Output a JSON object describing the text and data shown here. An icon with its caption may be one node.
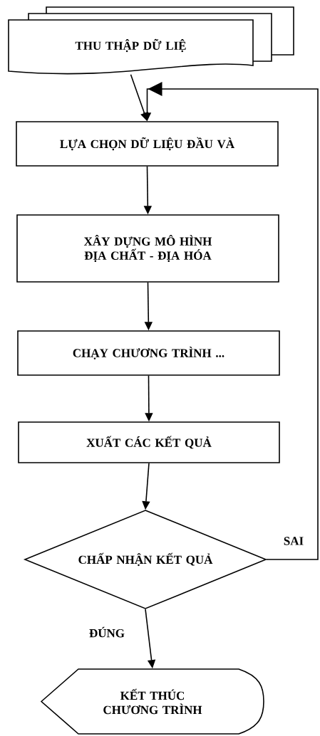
{
  "diagram": {
    "nodes": [
      {
        "text": [
          "THU THẬP DỮ LIỆ"
        ]
      },
      {
        "text": [
          "LỰA CHỌN DỮ LIỆU ĐẦU VÀ"
        ]
      },
      {
        "text": [
          "XÂY DỰNG MÔ HÌNH ĐỊA CHẤT - ĐỊA HÓA"
        ]
      },
      {
        "text": [
          "CHẠY CHƯƠNG TRÌNH ..."
        ]
      },
      {
        "text": [
          "XUẤT CÁC KẾT QUẢ"
        ]
      },
      {
        "text": [
          "CHẤP NHẬN KẾT QUẢ"
        ]
      },
      {
        "text": [
          "KẾT THÚC CHƯƠNG TRÌNH"
        ]
      }
    ],
    "edges": [
      {
        "from": 0,
        "to": 1,
        "arrow": "to"
      },
      {
        "from": 1,
        "to": 2,
        "arrow": "to"
      },
      {
        "from": 2,
        "to": 3,
        "arrow": "to"
      },
      {
        "from": 3,
        "to": 4,
        "arrow": "to"
      },
      {
        "from": 4,
        "to": 5,
        "arrow": "to"
      },
      {
        "from": 5,
        "to": 6,
        "label": "ĐÚNG",
        "arrow": "to"
      },
      {
        "from": 5,
        "to": 1,
        "label": "SAI",
        "arrow": "to"
      }
    ]
  }
}
